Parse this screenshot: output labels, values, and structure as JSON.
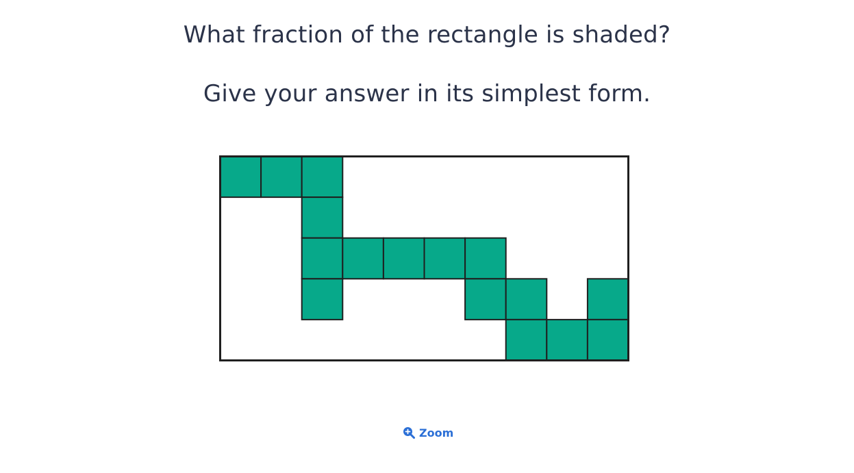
{
  "question": {
    "line1": "What fraction of the rectangle is shaded?",
    "line2": "Give your answer in its simplest form."
  },
  "grid": {
    "columns": 10,
    "rows": 5,
    "shaded_cells": [
      [
        0,
        0
      ],
      [
        0,
        1
      ],
      [
        0,
        2
      ],
      [
        1,
        2
      ],
      [
        2,
        2
      ],
      [
        2,
        3
      ],
      [
        2,
        4
      ],
      [
        2,
        5
      ],
      [
        2,
        6
      ],
      [
        3,
        2
      ],
      [
        3,
        6
      ],
      [
        3,
        7
      ],
      [
        3,
        9
      ],
      [
        4,
        7
      ],
      [
        4,
        8
      ],
      [
        4,
        9
      ]
    ],
    "shade_color": "#07a98a",
    "line_color": "#1f1f1f"
  },
  "zoom": {
    "label": "Zoom",
    "icon": "zoom-in-icon",
    "color": "#2b6fd6"
  }
}
